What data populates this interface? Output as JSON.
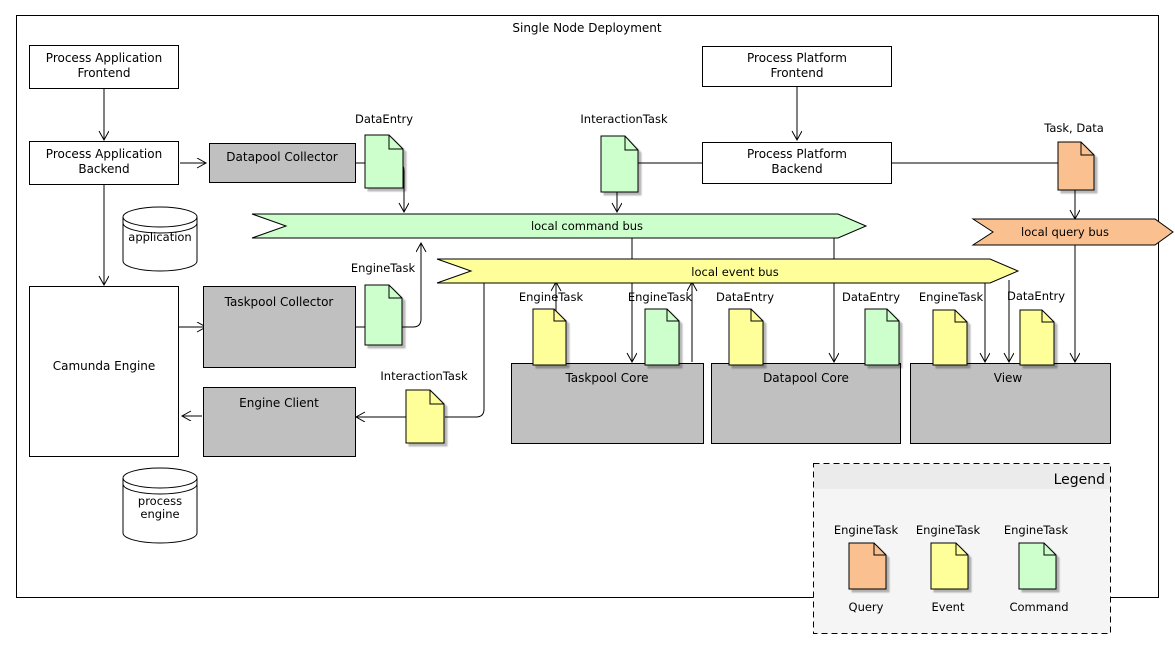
{
  "diagram": {
    "title": "Single Node Deployment",
    "type": "deployment-architecture-diagram"
  },
  "colors": {
    "command_green": "#CCFFCC",
    "event_yellow": "#FFFF99",
    "query_orange": "#FAC090",
    "component_gray": "#C0C0C0",
    "plain_white": "#FFFFFF",
    "legend_bg": "#F5F5F5",
    "legend_header": "#EBEBEB",
    "stroke": "#000000"
  },
  "boxes": {
    "process_application_frontend": "Process Application\nFrontend",
    "process_application_frontend_l1": "Process Application",
    "process_application_frontend_l2": "Frontend",
    "process_application_backend_l1": "Process Application",
    "process_application_backend_l2": "Backend",
    "camunda_engine": "Camunda Engine",
    "datapool_collector": "Datapool Collector",
    "taskpool_collector": "Taskpool Collector",
    "engine_client": "Engine Client",
    "process_platform_frontend_l1": "Process Platform",
    "process_platform_frontend_l2": "Frontend",
    "process_platform_backend_l1": "Process Platform",
    "process_platform_backend_l2": "Backend",
    "taskpool_core": "Taskpool Core",
    "datapool_core": "Datapool Core",
    "view": "View"
  },
  "databases": {
    "application": "application",
    "process_engine_l1": "process",
    "process_engine_l2": "engine"
  },
  "buses": [
    {
      "id": "local-command-bus",
      "label": "local command bus",
      "color": "#CCFFCC"
    },
    {
      "id": "local-event-bus",
      "label": "local event bus",
      "color": "#FFFF99"
    },
    {
      "id": "local-query-bus",
      "label": "local query bus",
      "color": "#FAC090"
    }
  ],
  "documents": [
    {
      "id": "doc-dataentry-datapool-collector",
      "label": "DataEntry",
      "color": "#CCFFCC",
      "kind": "command"
    },
    {
      "id": "doc-interactiontask-platform-backend",
      "label": "InteractionTask",
      "color": "#CCFFCC",
      "kind": "command"
    },
    {
      "id": "doc-taskdata-query",
      "label": "Task, Data",
      "color": "#FAC090",
      "kind": "query"
    },
    {
      "id": "doc-enginetask-taskpool-collector",
      "label": "EngineTask",
      "color": "#CCFFCC",
      "kind": "command"
    },
    {
      "id": "doc-interactiontask-engine-client",
      "label": "InteractionTask",
      "color": "#FFFF99",
      "kind": "event"
    },
    {
      "id": "doc-enginetask-taskpool-event",
      "label": "EngineTask",
      "color": "#FFFF99",
      "kind": "event"
    },
    {
      "id": "doc-enginetask-taskpool-command",
      "label": "EngineTask",
      "color": "#CCFFCC",
      "kind": "command"
    },
    {
      "id": "doc-dataentry-datapool-event",
      "label": "DataEntry",
      "color": "#FFFF99",
      "kind": "event"
    },
    {
      "id": "doc-dataentry-datapool-command",
      "label": "DataEntry",
      "color": "#CCFFCC",
      "kind": "command"
    },
    {
      "id": "doc-enginetask-view",
      "label": "EngineTask",
      "color": "#FFFF99",
      "kind": "event"
    },
    {
      "id": "doc-dataentry-view",
      "label": "DataEntry",
      "color": "#FFFF99",
      "kind": "event"
    }
  ],
  "legend": {
    "title": "Legend",
    "items": [
      {
        "doc_label": "EngineTask",
        "caption": "Query",
        "color": "#FAC090"
      },
      {
        "doc_label": "EngineTask",
        "caption": "Event",
        "color": "#FFFF99"
      },
      {
        "doc_label": "EngineTask",
        "caption": "Command",
        "color": "#CCFFCC"
      }
    ]
  }
}
